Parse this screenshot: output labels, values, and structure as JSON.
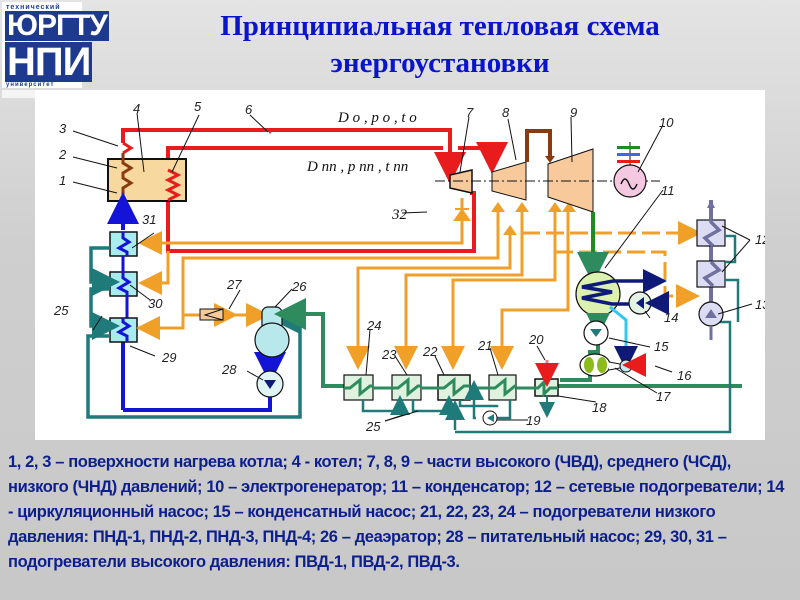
{
  "logo": {
    "top_text": "технический",
    "line1": "ЮРГТУ",
    "line2": "НПИ",
    "bottom_text": "университет"
  },
  "title": {
    "line1": "Принципиальная тепловая схема",
    "line2": "энергоустановки"
  },
  "diagram": {
    "main_steam_label": "D о , p о , t о",
    "reheat_steam_label": "D пп , p пп , t пп",
    "labels": {
      "n1": "1",
      "n2": "2",
      "n3": "3",
      "n4": "4",
      "n5": "5",
      "n6": "6",
      "n7": "7",
      "n8": "8",
      "n9": "9",
      "n10": "10",
      "n11": "11",
      "n12": "12",
      "n13": "13",
      "n14": "14",
      "n15": "15",
      "n16": "16",
      "n17": "17",
      "n18": "18",
      "n19": "19",
      "n20": "20",
      "n21": "21",
      "n22": "22",
      "n23": "23",
      "n24": "24",
      "n25a": "25",
      "n25b": "25",
      "n26": "26",
      "n27": "27",
      "n28": "28",
      "n29": "29",
      "n30": "30",
      "n31": "31",
      "n32": "32"
    },
    "colors": {
      "main_steam": "#e81c1c",
      "feedwater": "#1414d8",
      "extraction": "#f0a028",
      "condensate": "#2e8b5e",
      "drain": "#1f7a7a",
      "lp_steam": "#8b3a0f",
      "exhaust": "#1e8c1e",
      "cooling_water": "#0f1a78",
      "network_water": "#7070a0",
      "turbine_fill": "#f7c99b",
      "boiler_fill": "#f7d9a0"
    }
  },
  "legend": {
    "text": "1, 2, 3 – поверхности нагрева котла; 4 - котел; 7, 8, 9 – части высокого (ЧВД), среднего (ЧСД), низкого (ЧНД) давлений; 10 – электрогенератор; 11 – конденсатор; 12 – сетевые подогреватели; 14 - циркуляционный насос; 15 – конденсатный насос; 21, 22, 23, 24 – подогреватели низкого давления: ПНД-1, ПНД-2, ПНД-3, ПНД-4; 26 – деаэратор; 28 – питательный насос; 29, 30, 31 – подогреватели высокого давления: ПВД-1, ПВД-2, ПВД-3."
  }
}
